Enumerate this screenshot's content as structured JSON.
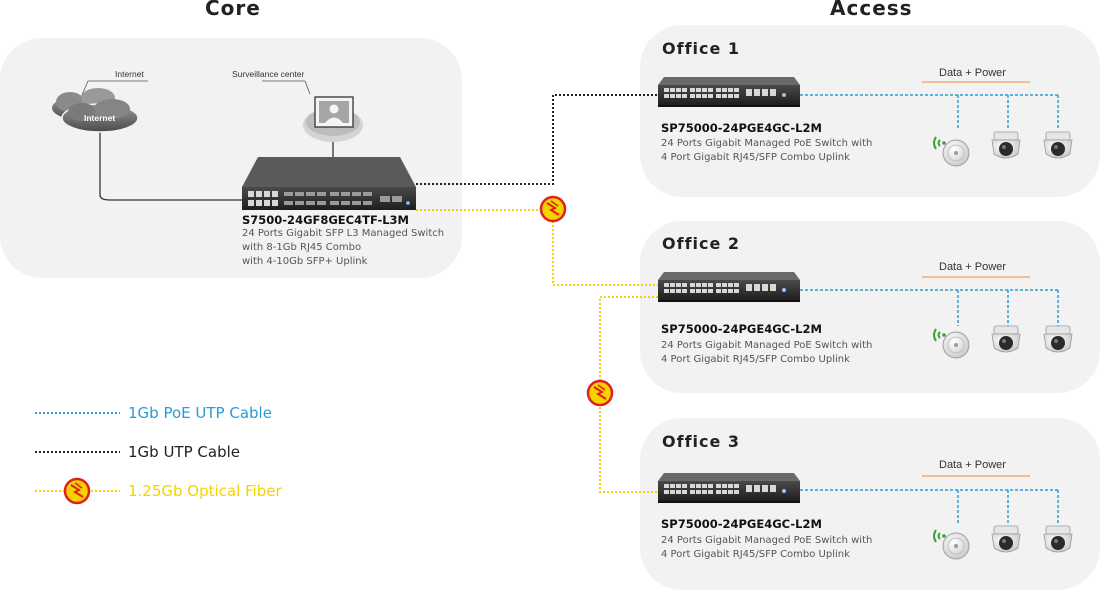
{
  "sections": {
    "core": "Core",
    "access": "Access"
  },
  "core": {
    "internet_label": "Internet",
    "cloud_text": "Internet",
    "surveillance_label": "Surveillance center",
    "switch_model": "S7500-24GF8GEC4TF-L3M",
    "switch_desc": [
      "24 Ports Gigabit SFP L3  Managed Switch",
      "with 8-1Gb RJ45 Combo",
      "with 4-10Gb SFP+ Uplink"
    ]
  },
  "offices": [
    {
      "title": "Office 1",
      "model": "SP75000-24PGE4GC-L2M",
      "desc": [
        "24 Ports Gigabit Managed PoE Switch with",
        "4 Port Gigabit RJ45/SFP Combo Uplink"
      ],
      "data_power": "Data + Power"
    },
    {
      "title": "Office 2",
      "model": "SP75000-24PGE4GC-L2M",
      "desc": [
        "24 Ports Gigabit Managed PoE Switch with",
        "4 Port Gigabit RJ45/SFP Combo Uplink"
      ],
      "data_power": "Data + Power"
    },
    {
      "title": "Office 3",
      "model": "SP75000-24PGE4GC-L2M",
      "desc": [
        "24 Ports Gigabit Managed PoE Switch with",
        "4 Port Gigabit RJ45/SFP Combo Uplink"
      ],
      "data_power": "Data + Power"
    }
  ],
  "legend": [
    {
      "label": "1Gb PoE UTP Cable",
      "color": "#2a9bd6"
    },
    {
      "label": "1Gb UTP Cable",
      "color": "#222222"
    },
    {
      "label": "1.25Gb Optical Fiber",
      "color": "#f5d200"
    }
  ],
  "colors": {
    "poe": "#2a9bd6",
    "utp": "#222222",
    "fiber": "#f5d200",
    "fiber_badge": "#e02020",
    "accent_line": "#f08a3c"
  }
}
